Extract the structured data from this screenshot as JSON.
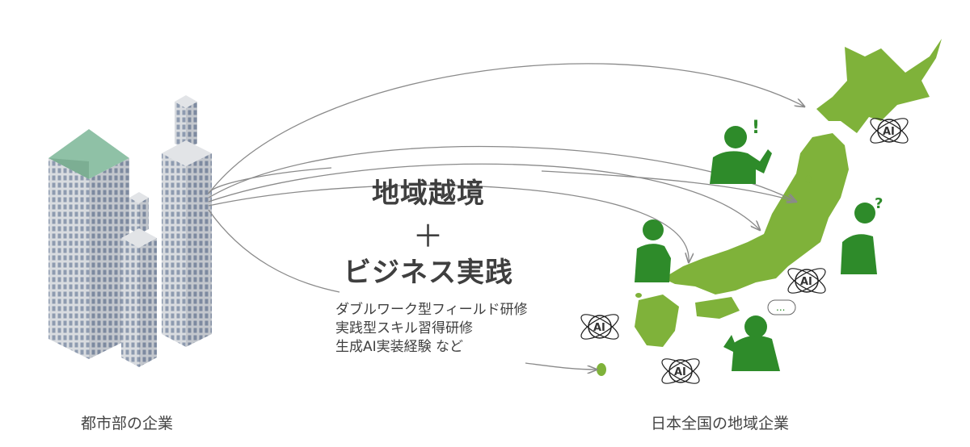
{
  "center": {
    "title_line1": "地域越境",
    "plus": "＋",
    "title_line2": "ビジネス実践"
  },
  "programs": [
    "ダブルワーク型フィールド研修",
    "実践型スキル習得研修",
    "生成AI実装経験 など"
  ],
  "captions": {
    "left": "都市部の企業",
    "right": "日本全国の地域企業"
  },
  "ai_badge_label": "AI",
  "person_marks": {
    "exclaim": "!",
    "question": "?",
    "speech": "..."
  },
  "colors": {
    "map_green": "#7fb23a",
    "person_green": "#2e8b2a",
    "building_gray": "#cfd3d8",
    "roof_teal": "#8fc1a6",
    "arrow_gray": "#8a8a8a",
    "text_dark": "#3f3f3f"
  }
}
